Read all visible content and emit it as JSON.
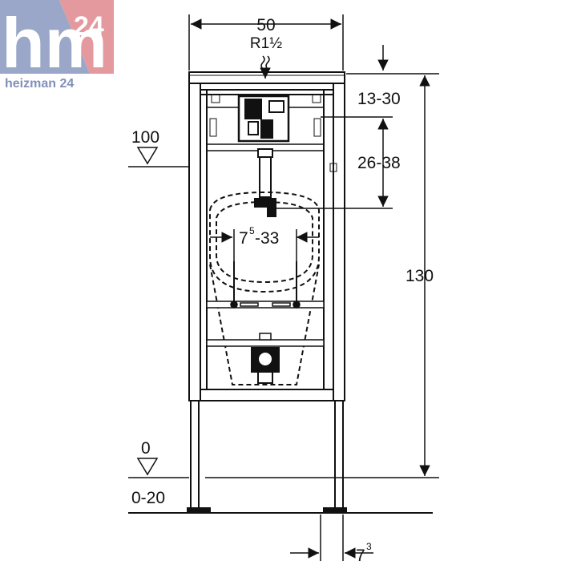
{
  "logo": {
    "mark": "hm",
    "badge": "24",
    "wordmark": "heizman 24",
    "color_primary": "#9aa7c8",
    "color_accent": "#e4999e",
    "color_text": "#8290b8"
  },
  "dimensions": {
    "top_width": "50",
    "pipe_size": "R1½",
    "inlet_range": "13-30",
    "drain_height_range": "26-38",
    "bowl_width_base": "7",
    "bowl_width_sup": "5",
    "bowl_width_rest": "-33",
    "total_height": "130",
    "level_mark_100": "100",
    "level_mark_0": "0",
    "floor_range": "0-20",
    "foot_offset_base": "7",
    "foot_offset_sup": "3"
  },
  "colors": {
    "line": "#111111",
    "background": "#ffffff"
  }
}
